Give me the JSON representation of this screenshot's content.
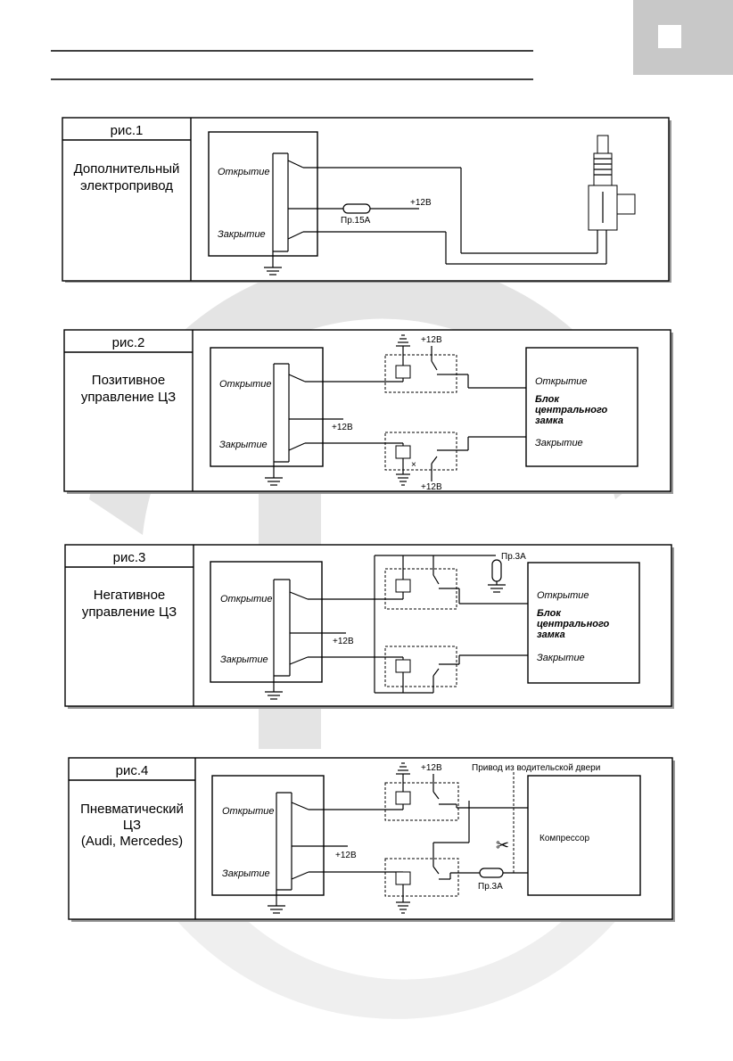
{
  "header": {
    "tab_mark": ""
  },
  "figures": [
    {
      "id": "рис.1",
      "title": "Дополнительный электропривод",
      "labels": {
        "open": "Открытие",
        "close": "Закрытие",
        "fuse": "Пр.15А",
        "plus": "+12В"
      }
    },
    {
      "id": "рис.2",
      "title": "Позитивное управление ЦЗ",
      "labels": {
        "open": "Открытие",
        "close": "Закрытие",
        "plus": "+12В",
        "plus_top": "+12В",
        "plus_bottom": "+12В",
        "unit_open": "Открытие",
        "unit_name": "Блок центрального замка",
        "unit_close": "Закрытие"
      }
    },
    {
      "id": "рис.3",
      "title": "Негативное управление ЦЗ",
      "labels": {
        "open": "Открытие",
        "close": "Закрытие",
        "plus": "+12В",
        "fuse": "Пр.3А",
        "unit_open": "Открытие",
        "unit_name": "Блок центрального замка",
        "unit_close": "Закрытие"
      }
    },
    {
      "id": "рис.4",
      "title": "Пневматический ЦЗ (Audi, Mercedes)",
      "labels": {
        "open": "Открытие",
        "close": "Закрытие",
        "plus": "+12В",
        "plus_top": "+12В",
        "driver_door": "Привод из водительской двери",
        "compressor": "Компрессор",
        "fuse": "Пр.3А"
      }
    }
  ]
}
